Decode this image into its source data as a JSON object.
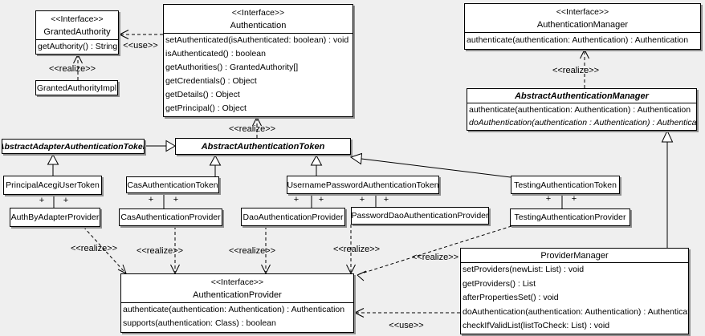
{
  "labels": {
    "interface_stereotype": "<<Interface>>",
    "realize": "<<realize>>",
    "use": "<<use>>",
    "plus": "+"
  },
  "colors": {
    "background": "#efefef",
    "box_fill": "#ffffff",
    "line": "#000000",
    "shadow": "#8f8f8f"
  },
  "classes": {
    "granted_authority": {
      "stereotype": "<<Interface>>",
      "name": "GrantedAuthority",
      "methods": [
        "getAuthority() : String"
      ]
    },
    "granted_authority_impl": {
      "name": "GrantedAuthorityImpl"
    },
    "authentication": {
      "stereotype": "<<Interface>>",
      "name": "Authentication",
      "methods": [
        "setAuthenticated(isAuthenticated: boolean) : void",
        "isAuthenticated() : boolean",
        "getAuthorities() : GrantedAuthority[]",
        "getCredentials() : Object",
        "getDetails() : Object",
        "getPrincipal() : Object"
      ]
    },
    "authentication_manager": {
      "stereotype": "<<Interface>>",
      "name": "AuthenticationManager",
      "methods": [
        "authenticate(authentication: Authentication) : Authentication"
      ]
    },
    "abstract_authentication_manager": {
      "name": "AbstractAuthenticationManager",
      "methods": [
        "authenticate(authentication: Authentication) : Authentication",
        "doAuthentication(authentication : Authentication) : Authentication"
      ]
    },
    "abstract_adapter_authentication_token": {
      "name": "AbstractAdapterAuthenticationToken"
    },
    "abstract_authentication_token": {
      "name": "AbstractAuthenticationToken"
    },
    "principal_acegi_user_token": {
      "name": "PrincipalAcegiUserToken"
    },
    "cas_authentication_token": {
      "name": "CasAuthenticationToken"
    },
    "username_password_authentication_token": {
      "name": "UsernamePasswordAuthenticationToken"
    },
    "testing_authentication_token": {
      "name": "TestingAuthenticationToken"
    },
    "auth_by_adapter_provider": {
      "name": "AuthByAdapterProvider"
    },
    "cas_authentication_provider": {
      "name": "CasAuthenticationProvider"
    },
    "dao_authentication_provider": {
      "name": "DaoAuthenticationProvider"
    },
    "password_dao_authentication_provider": {
      "name": "PasswordDaoAuthenticationProvider"
    },
    "testing_authentication_provider": {
      "name": "TestingAuthenticationProvider"
    },
    "authentication_provider": {
      "stereotype": "<<Interface>>",
      "name": "AuthenticationProvider",
      "methods": [
        "authenticate(authentication: Authentication) : Authentication",
        "supports(authentication: Class) : boolean"
      ]
    },
    "provider_manager": {
      "name": "ProviderManager",
      "methods": [
        "setProviders(newList: List) : void",
        "getProviders() : List",
        "afterPropertiesSet() : void",
        "doAuthentication(authentication: Authentication) : Authentication",
        "checkIfValidList(listToCheck: List) : void"
      ]
    }
  },
  "relationships": [
    {
      "type": "use",
      "from": "Authentication",
      "to": "GrantedAuthority",
      "label": "<<use>>"
    },
    {
      "type": "realize",
      "from": "GrantedAuthorityImpl",
      "to": "GrantedAuthority",
      "label": "<<realize>>"
    },
    {
      "type": "realize",
      "from": "AbstractAuthenticationToken",
      "to": "Authentication",
      "label": "<<realize>>"
    },
    {
      "type": "realize",
      "from": "AbstractAuthenticationManager",
      "to": "AuthenticationManager",
      "label": "<<realize>>"
    },
    {
      "type": "generalization",
      "from": "AbstractAdapterAuthenticationToken",
      "to": "AbstractAuthenticationToken"
    },
    {
      "type": "generalization",
      "from": "PrincipalAcegiUserToken",
      "to": "AbstractAdapterAuthenticationToken"
    },
    {
      "type": "generalization",
      "from": "CasAuthenticationToken",
      "to": "AbstractAuthenticationToken"
    },
    {
      "type": "generalization",
      "from": "UsernamePasswordAuthenticationToken",
      "to": "AbstractAuthenticationToken"
    },
    {
      "type": "generalization",
      "from": "TestingAuthenticationToken",
      "to": "AbstractAuthenticationToken"
    },
    {
      "type": "generalization",
      "from": "ProviderManager",
      "to": "AbstractAuthenticationManager"
    },
    {
      "type": "association",
      "from": "PrincipalAcegiUserToken",
      "to": "AuthByAdapterProvider",
      "end_labels": [
        "+",
        "+"
      ]
    },
    {
      "type": "association",
      "from": "CasAuthenticationToken",
      "to": "CasAuthenticationProvider",
      "end_labels": [
        "+",
        "+"
      ]
    },
    {
      "type": "association",
      "from": "UsernamePasswordAuthenticationToken",
      "to": "DaoAuthenticationProvider",
      "end_labels": [
        "+",
        "+"
      ]
    },
    {
      "type": "association",
      "from": "UsernamePasswordAuthenticationToken",
      "to": "PasswordDaoAuthenticationProvider",
      "end_labels": [
        "+",
        "+"
      ]
    },
    {
      "type": "association",
      "from": "TestingAuthenticationToken",
      "to": "TestingAuthenticationProvider",
      "end_labels": [
        "+",
        "+"
      ]
    },
    {
      "type": "realize",
      "from": "AuthByAdapterProvider",
      "to": "AuthenticationProvider",
      "label": "<<realize>>"
    },
    {
      "type": "realize",
      "from": "CasAuthenticationProvider",
      "to": "AuthenticationProvider",
      "label": "<<realize>>"
    },
    {
      "type": "realize",
      "from": "DaoAuthenticationProvider",
      "to": "AuthenticationProvider",
      "label": "<<realize>>"
    },
    {
      "type": "realize",
      "from": "PasswordDaoAuthenticationProvider",
      "to": "AuthenticationProvider",
      "label": "<<realize>>"
    },
    {
      "type": "realize",
      "from": "TestingAuthenticationProvider",
      "to": "AuthenticationProvider",
      "label": "<<realize>>"
    },
    {
      "type": "use",
      "from": "ProviderManager",
      "to": "AuthenticationProvider",
      "label": "<<use>>"
    }
  ]
}
